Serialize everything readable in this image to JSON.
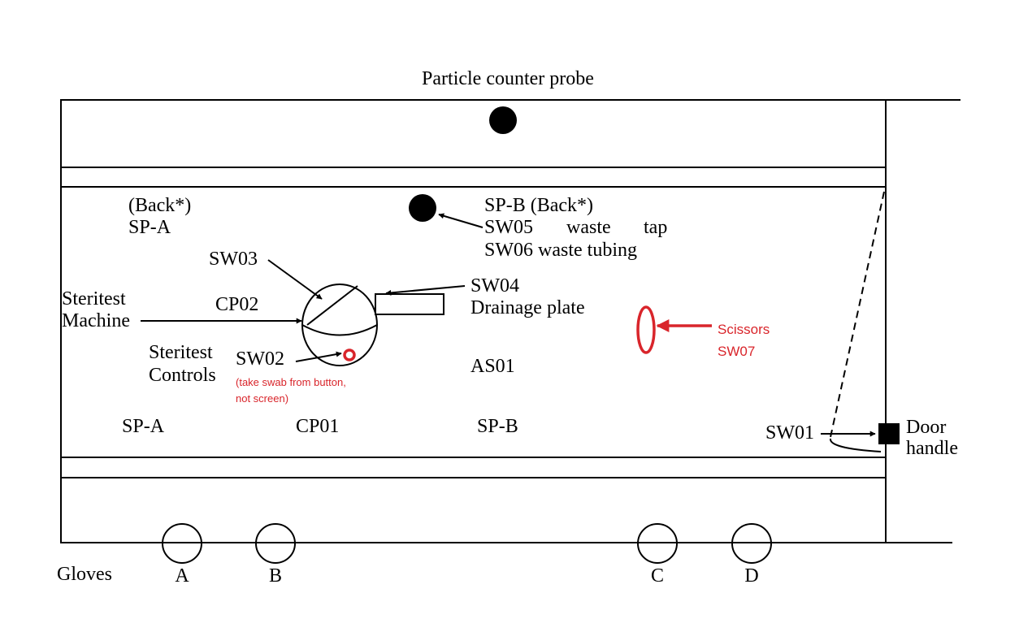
{
  "labels": {
    "probe": "Particle counter probe",
    "back_left": "(Back*)",
    "spa_back": "SP-A",
    "spb_back": "SP-B (Back*)",
    "sw05_code": "SW05",
    "sw05_word1": "waste",
    "sw05_word2": "tap",
    "sw06": "SW06 waste tubing",
    "sw03": "SW03",
    "sw04": "SW04",
    "drainage": "Drainage plate",
    "steritest_machine_1": "Steritest",
    "steritest_machine_2": "Machine",
    "cp02": "CP02",
    "steritest_controls_1": "Steritest",
    "steritest_controls_2": "Controls",
    "sw02": "SW02",
    "sw02_note_1": "(take swab from button,",
    "sw02_note_2": "not screen)",
    "as01": "AS01",
    "scissors": "Scissors",
    "sw07": "SW07",
    "spa_front": "SP-A",
    "cp01": "CP01",
    "spb_front": "SP-B",
    "sw01": "SW01",
    "door_1": "Door",
    "door_2": "handle",
    "gloves": "Gloves",
    "glove_a": "A",
    "glove_b": "B",
    "glove_c": "C",
    "glove_d": "D"
  },
  "colors": {
    "annotation": "#d9252b",
    "ink": "#000000"
  }
}
